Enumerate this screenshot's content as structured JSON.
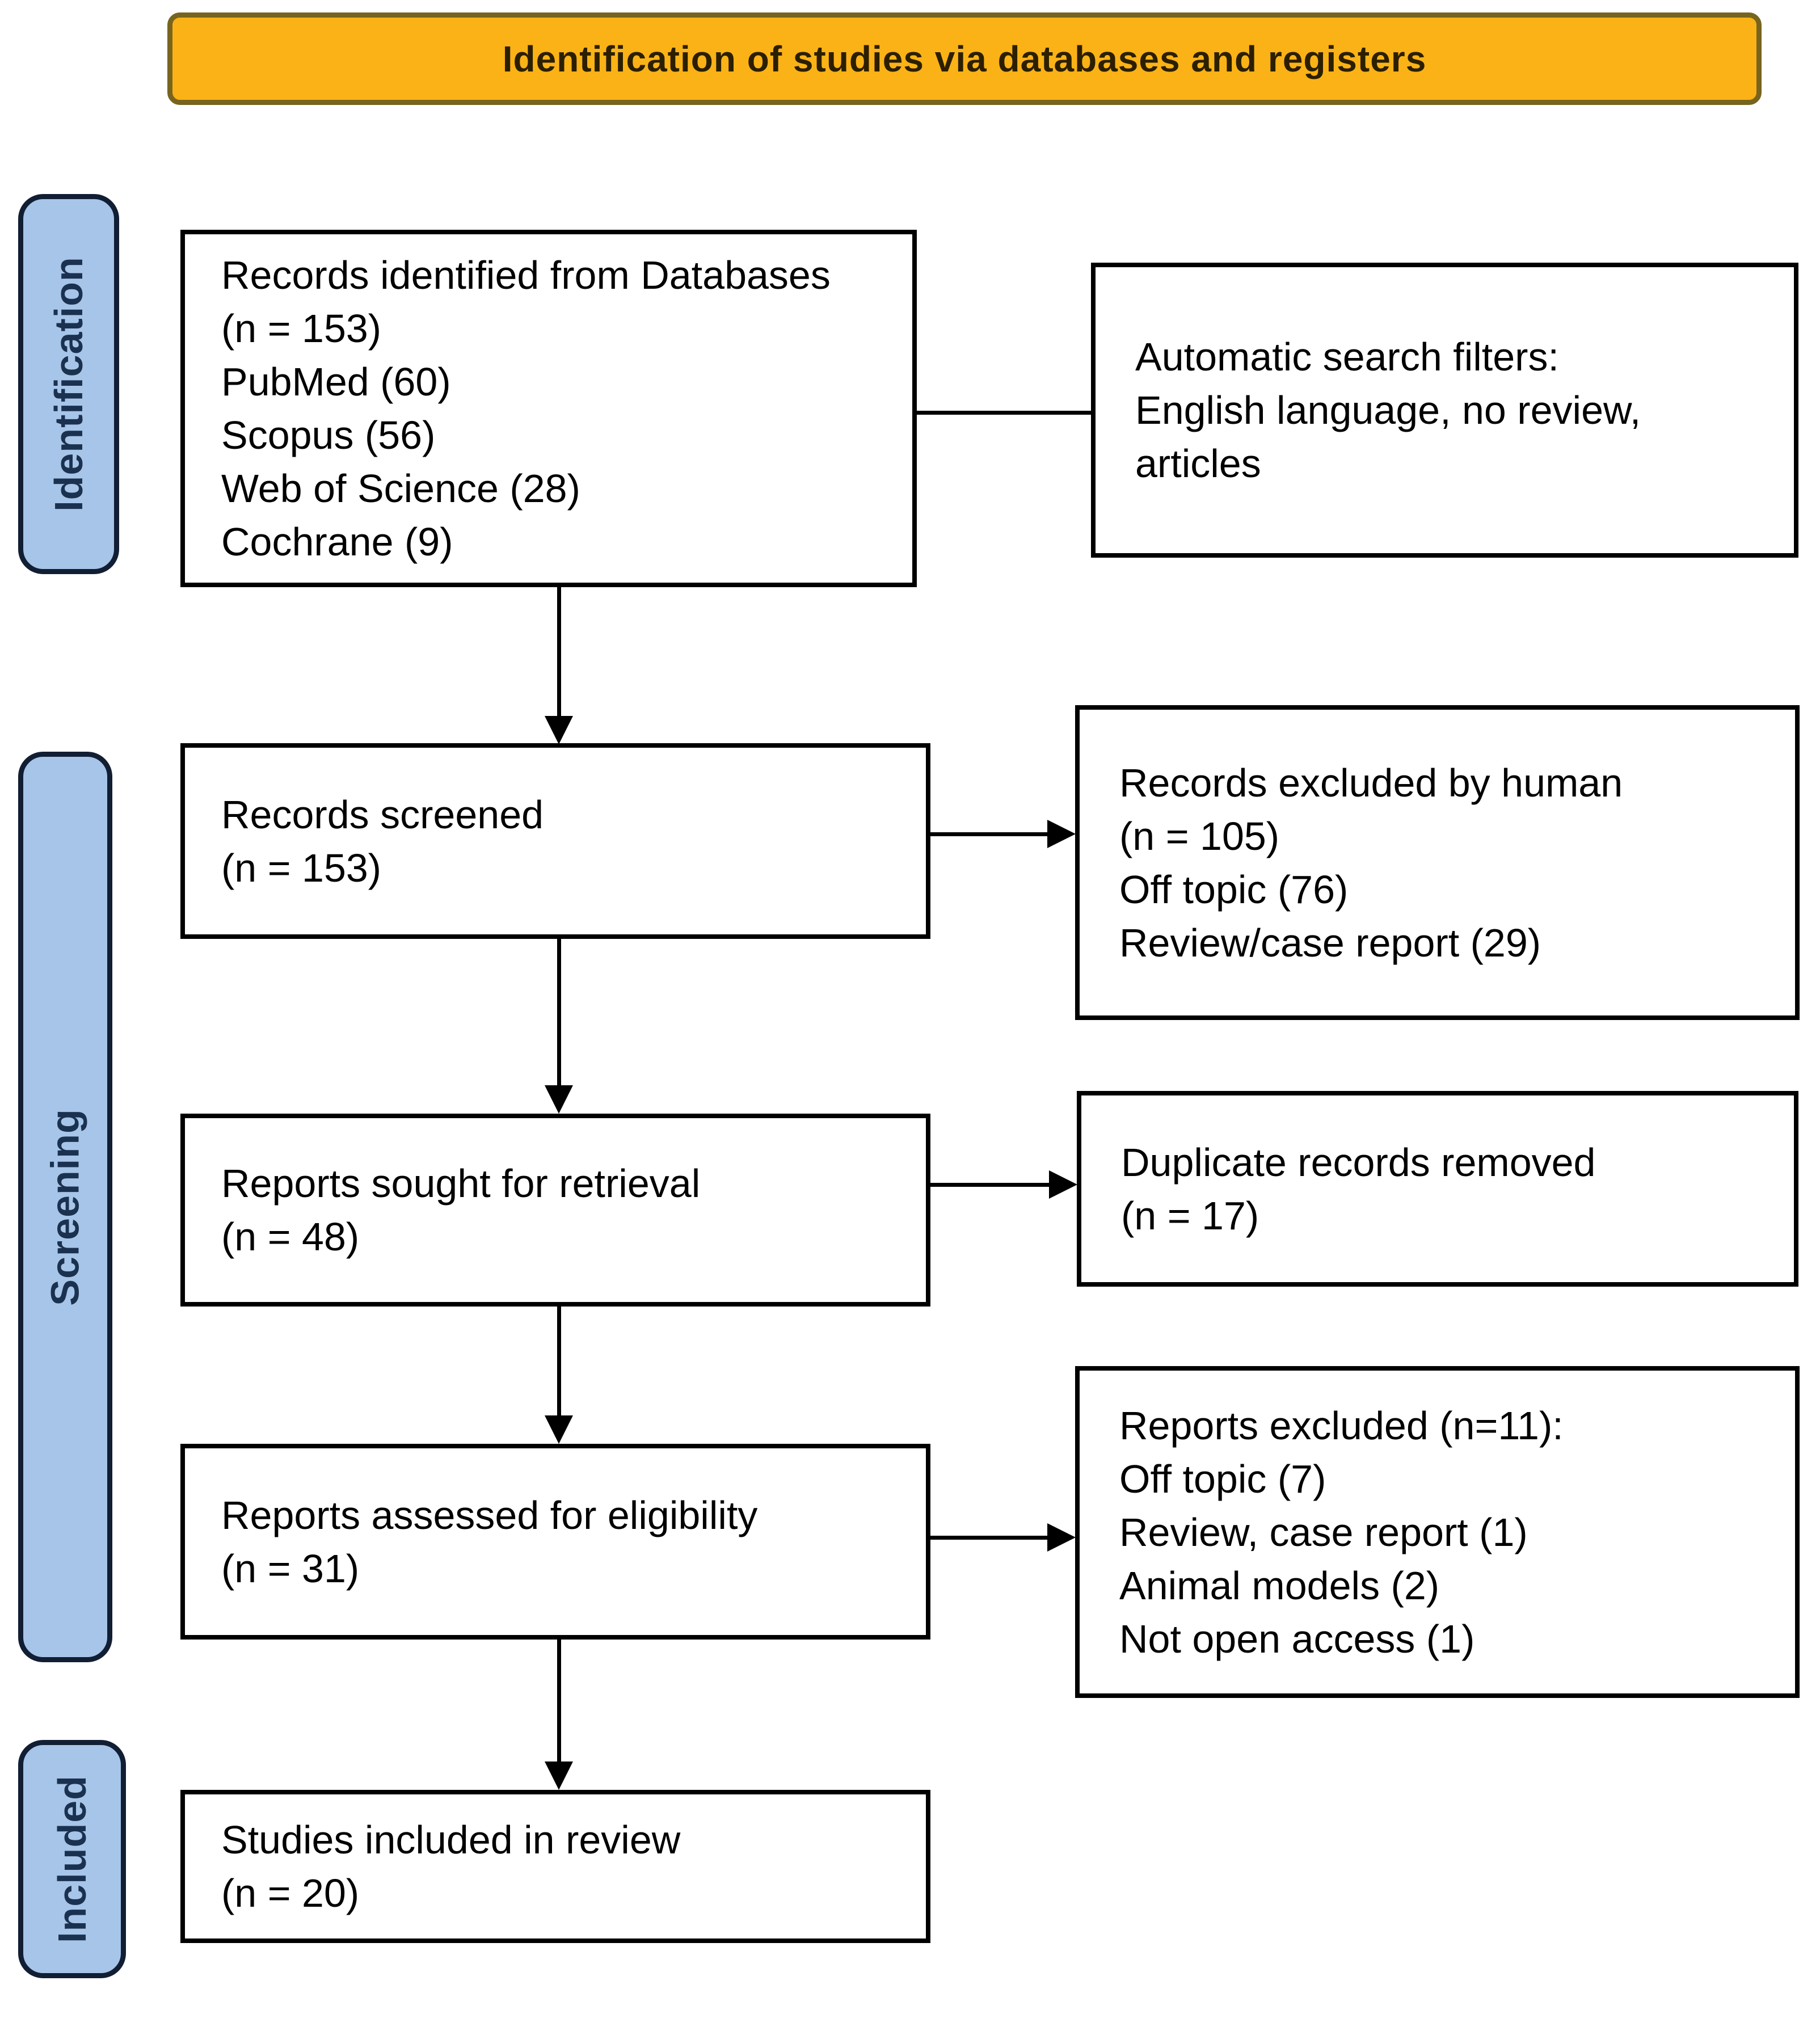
{
  "title": "Identification of studies via databases and registers",
  "phases": {
    "identification": "Identification",
    "screening": "Screening",
    "included": "Included"
  },
  "boxes": {
    "records_identified": {
      "lines": [
        "Records identified from Databases",
        "(n = 153)",
        "PubMed (60)",
        "Scopus (56)",
        "Web of Science (28)",
        "Cochrane (9)"
      ]
    },
    "search_filters": {
      "lines": [
        "Automatic search filters:",
        "English language, no review,",
        "articles"
      ]
    },
    "records_screened": {
      "lines": [
        "Records screened",
        "(n = 153)"
      ]
    },
    "records_excluded": {
      "lines": [
        "Records excluded by human",
        "(n = 105)",
        "Off topic (76)",
        "Review/case report (29)"
      ]
    },
    "reports_sought": {
      "lines": [
        "Reports sought for retrieval",
        "(n = 48)"
      ]
    },
    "duplicates_removed": {
      "lines": [
        "Duplicate records removed",
        "(n = 17)"
      ]
    },
    "reports_assessed": {
      "lines": [
        "Reports assessed for eligibility",
        "(n = 31)"
      ]
    },
    "reports_excluded": {
      "lines": [
        "Reports excluded (n=11):",
        "Off topic (7)",
        "Review, case report (1)",
        "Animal models (2)",
        "Not open access (1)"
      ]
    },
    "studies_included": {
      "lines": [
        "Studies included in review",
        "(n = 20)"
      ]
    }
  },
  "colors": {
    "header_fill": "#FBB216",
    "header_border": "#77641E",
    "header_text": "#2B1F00",
    "side_fill": "#A6C5E8",
    "side_border": "#111E33",
    "side_text": "#1B3150",
    "box_fill": "#FFFFFF",
    "box_border": "#000000",
    "box_text": "#000000",
    "arrow": "#000000"
  }
}
